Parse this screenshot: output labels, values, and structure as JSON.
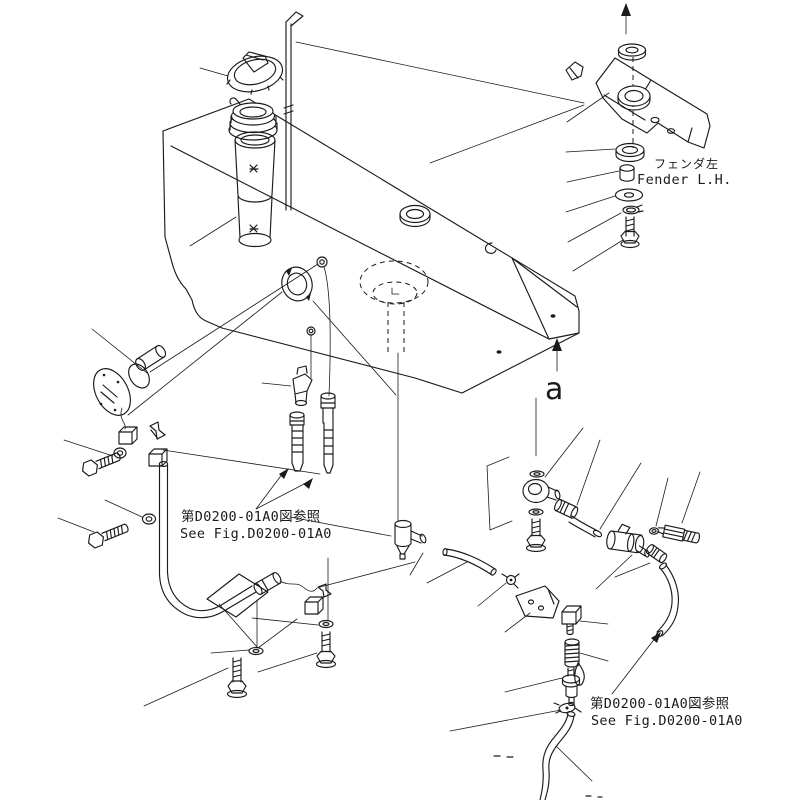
{
  "figure": {
    "type": "exploded-parts-diagram",
    "subject": "fuel tank assembly",
    "colors": {
      "line": "#1b1b1b",
      "background": "#ffffff"
    },
    "callouts": {
      "a": "a"
    },
    "fender_label": {
      "jp": "フェンダ左",
      "en": "Fender L.H."
    },
    "see_fig_left": {
      "line1_jp": "第D0200-01A0図参照",
      "line2_en": "See Fig.D0200-01A0"
    },
    "see_fig_right": {
      "line1_jp": "第D0200-01A0図参照",
      "line2_en": "See Fig.D0200-01A0"
    }
  }
}
